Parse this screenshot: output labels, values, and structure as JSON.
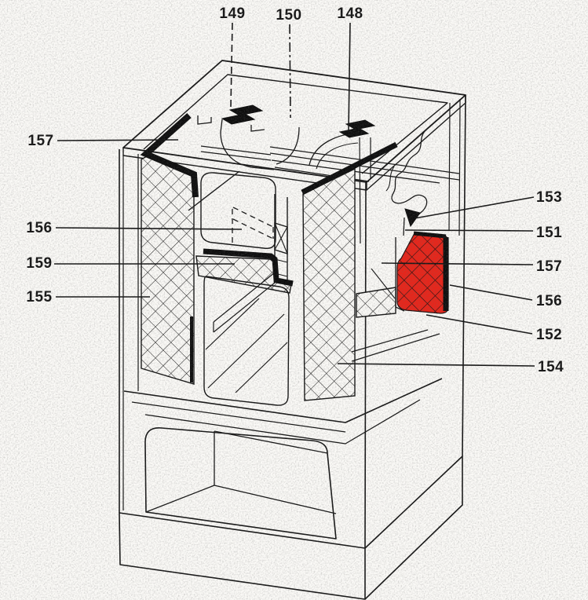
{
  "diagram": {
    "kind": "technical parts cutaway diagram",
    "subject": "stove / heater cross-section with insulation panels",
    "colors": {
      "paper": "#fbfaf7",
      "ink": "#161616",
      "highlight_red": "#e8251a"
    },
    "highlighted_part": {
      "fill": "#e8251a",
      "pattern": "crosshatch",
      "position": "right side insulation panel"
    }
  },
  "labels": {
    "top": [
      "149",
      "150",
      "148"
    ],
    "left": [
      "157",
      "156",
      "159",
      "155"
    ],
    "right": [
      "153",
      "151",
      "157",
      "156",
      "152",
      "154"
    ]
  }
}
